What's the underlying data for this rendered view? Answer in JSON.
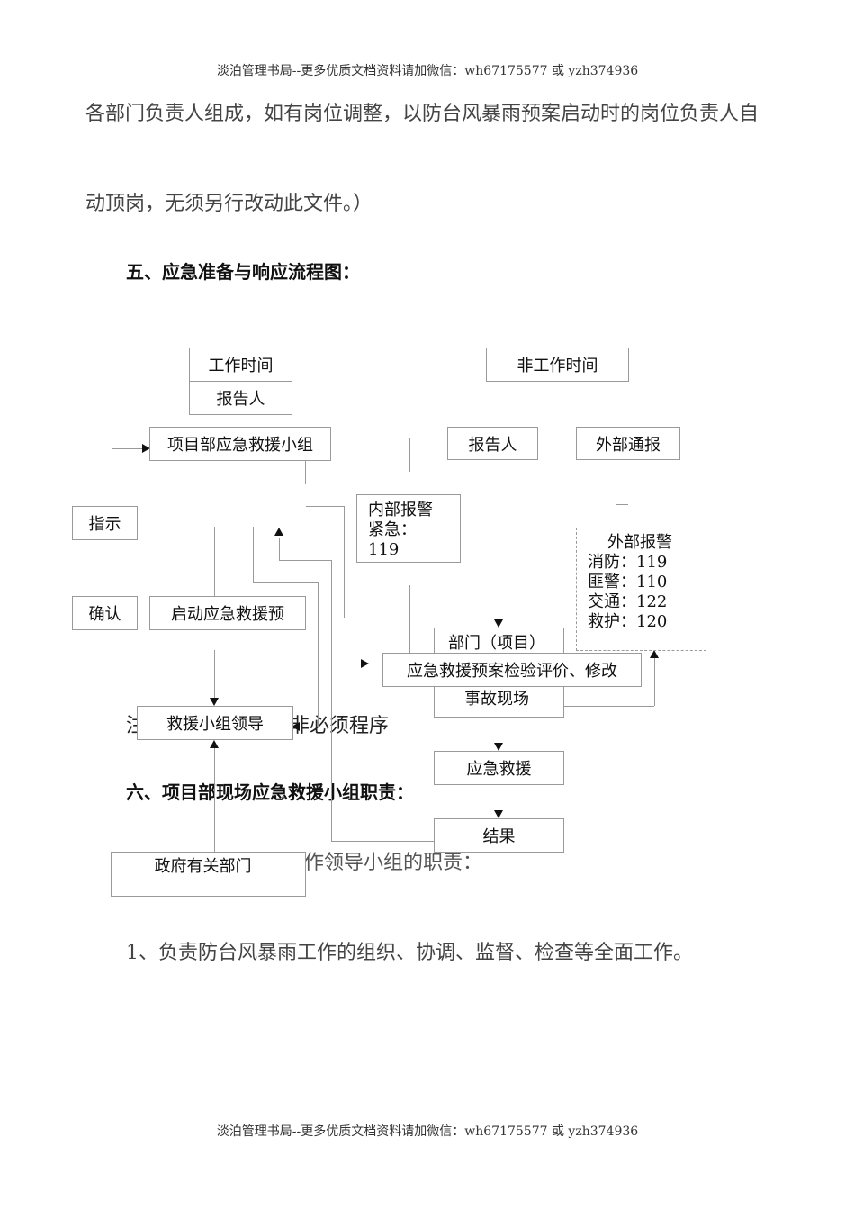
{
  "header_text": "淡泊管理书局--更多优质文档资料请加微信：wh67175577 或 yzh374936",
  "footer_text": "淡泊管理书局--更多优质文档资料请加微信：wh67175577 或 yzh374936",
  "paragraph_1_line_1": "各部门负责人组成，如有岗位调整，以防台风暴雨预案启动时的岗位负责人自",
  "paragraph_1_line_2": "动顶岗，无须另行改动此文件。）",
  "section_5_heading": "五、应急准备与响应流程图：",
  "flowchart": {
    "work_time": "工作时间",
    "non_work_time": "非工作时间",
    "reporter_left": "报告人",
    "reporter_right": "报告人",
    "project_team": "项目部应急救援小组",
    "external_notify": "外部通报",
    "instruct": "指示",
    "confirm": "确认",
    "internal_alarm": {
      "line1": "内部报警",
      "line2": "紧急：",
      "line3": "119"
    },
    "external_alarm": {
      "title": "外部报警",
      "items": [
        {
          "label": "消防：",
          "number": "119"
        },
        {
          "label": "匪警：",
          "number": "110"
        },
        {
          "label": "交通：",
          "number": "122"
        },
        {
          "label": "救护：",
          "number": "120"
        }
      ]
    },
    "start_plan": "启动应急救援预",
    "department": "部门（项目）",
    "plan_review": "应急救援预案检验评价、修改",
    "accident_site": "事故现场",
    "rescue_leader": "救援小组领导",
    "note_prefix": "注",
    "note_suffix": "非必须程序",
    "emergency_rescue": "应急救援",
    "result": "结果",
    "government": "政府有关部门"
  },
  "section_6_heading": "六、项目部现场应急救援小组职责：",
  "subheading_partial": "（一）防台风暴雨工作领导小组的职责：",
  "item_1_number": "1",
  "item_1_text": "、负责防台风暴雨工作的组织、协调、监督、检查等全面工作。"
}
